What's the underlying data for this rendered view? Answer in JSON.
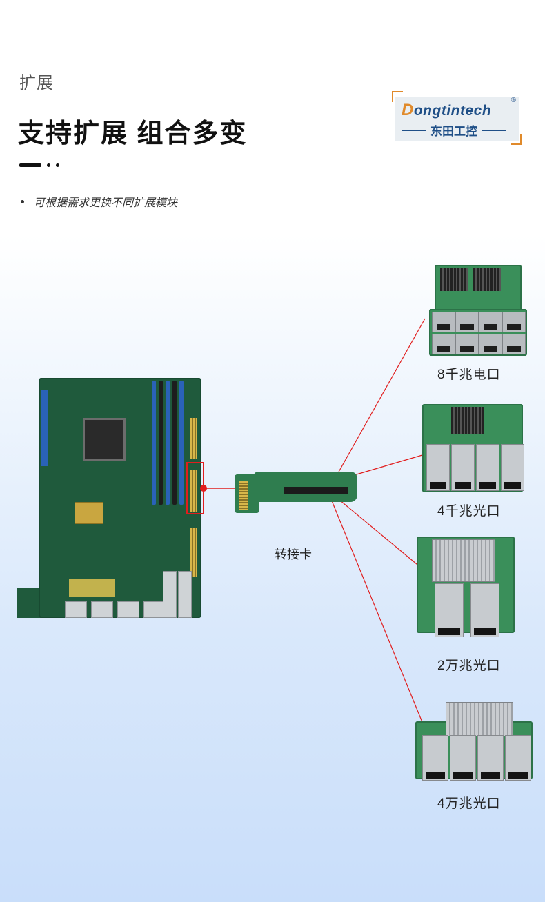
{
  "header": {
    "section_label": "扩展",
    "title": "支持扩展 组合多变",
    "bullet": "可根据需求更换不同扩展模块"
  },
  "logo": {
    "text_en_initial": "D",
    "text_en_rest": "ongtintech",
    "registered": "®",
    "text_cn": "东田工控",
    "accent_color": "#e08a2b",
    "brand_color": "#1f4f87"
  },
  "diagram": {
    "riser_label": "转接卡",
    "connector_color": "#e11d1d",
    "modules": [
      {
        "label": "8千兆电口"
      },
      {
        "label": "4千兆光口"
      },
      {
        "label": "2万兆光口"
      },
      {
        "label": "4万兆光口"
      }
    ]
  }
}
